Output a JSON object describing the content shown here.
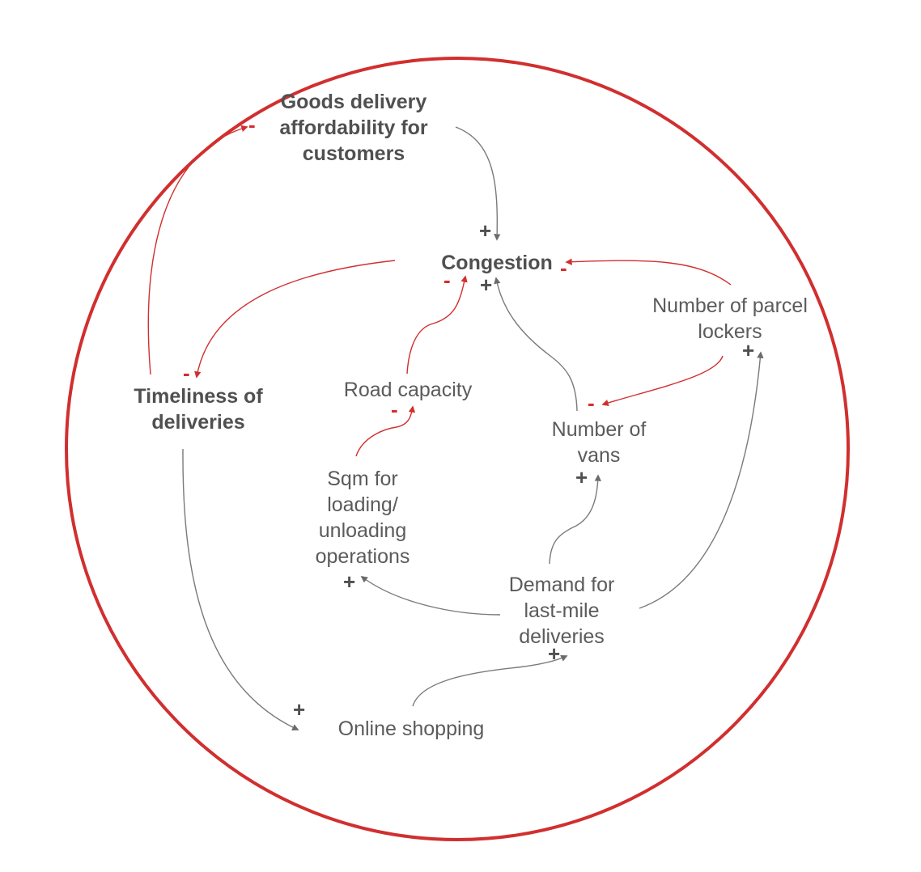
{
  "colors": {
    "boundary": "#d12f2f",
    "negative": "#d12f2f",
    "positive": "#6b6b6b",
    "text": "#5b5b5b"
  },
  "nodes": {
    "goods_delivery": {
      "lines": [
        "Goods delivery",
        "affordability for",
        "customers"
      ]
    },
    "congestion": {
      "lines": [
        "Congestion"
      ]
    },
    "parcel_lockers": {
      "lines": [
        "Number of parcel",
        "lockers"
      ]
    },
    "timeliness": {
      "lines": [
        "Timeliness of",
        "deliveries"
      ]
    },
    "road_capacity": {
      "lines": [
        "Road capacity"
      ]
    },
    "vans": {
      "lines": [
        "Number of",
        "vans"
      ]
    },
    "sqm": {
      "lines": [
        "Sqm for",
        "loading/",
        "unloading",
        "operations"
      ]
    },
    "demand": {
      "lines": [
        "Demand for",
        "last-mile",
        "deliveries"
      ]
    },
    "online_shopping": {
      "lines": [
        "Online shopping"
      ]
    }
  },
  "links": [
    {
      "from": "goods_delivery",
      "to": "congestion",
      "polarity": "+"
    },
    {
      "from": "parcel_lockers",
      "to": "congestion",
      "polarity": "-"
    },
    {
      "from": "road_capacity",
      "to": "congestion",
      "polarity": "-"
    },
    {
      "from": "vans",
      "to": "congestion",
      "polarity": "+"
    },
    {
      "from": "congestion",
      "to": "timeliness",
      "polarity": "-"
    },
    {
      "from": "timeliness",
      "to": "goods_delivery",
      "polarity": "-"
    },
    {
      "from": "timeliness",
      "to": "online_shopping",
      "polarity": "+"
    },
    {
      "from": "parcel_lockers",
      "to": "vans",
      "polarity": "-"
    },
    {
      "from": "sqm",
      "to": "road_capacity",
      "polarity": "-"
    },
    {
      "from": "demand",
      "to": "vans",
      "polarity": "+"
    },
    {
      "from": "demand",
      "to": "parcel_lockers",
      "polarity": "+"
    },
    {
      "from": "demand",
      "to": "sqm",
      "polarity": "+"
    },
    {
      "from": "online_shopping",
      "to": "demand",
      "polarity": "+"
    }
  ]
}
